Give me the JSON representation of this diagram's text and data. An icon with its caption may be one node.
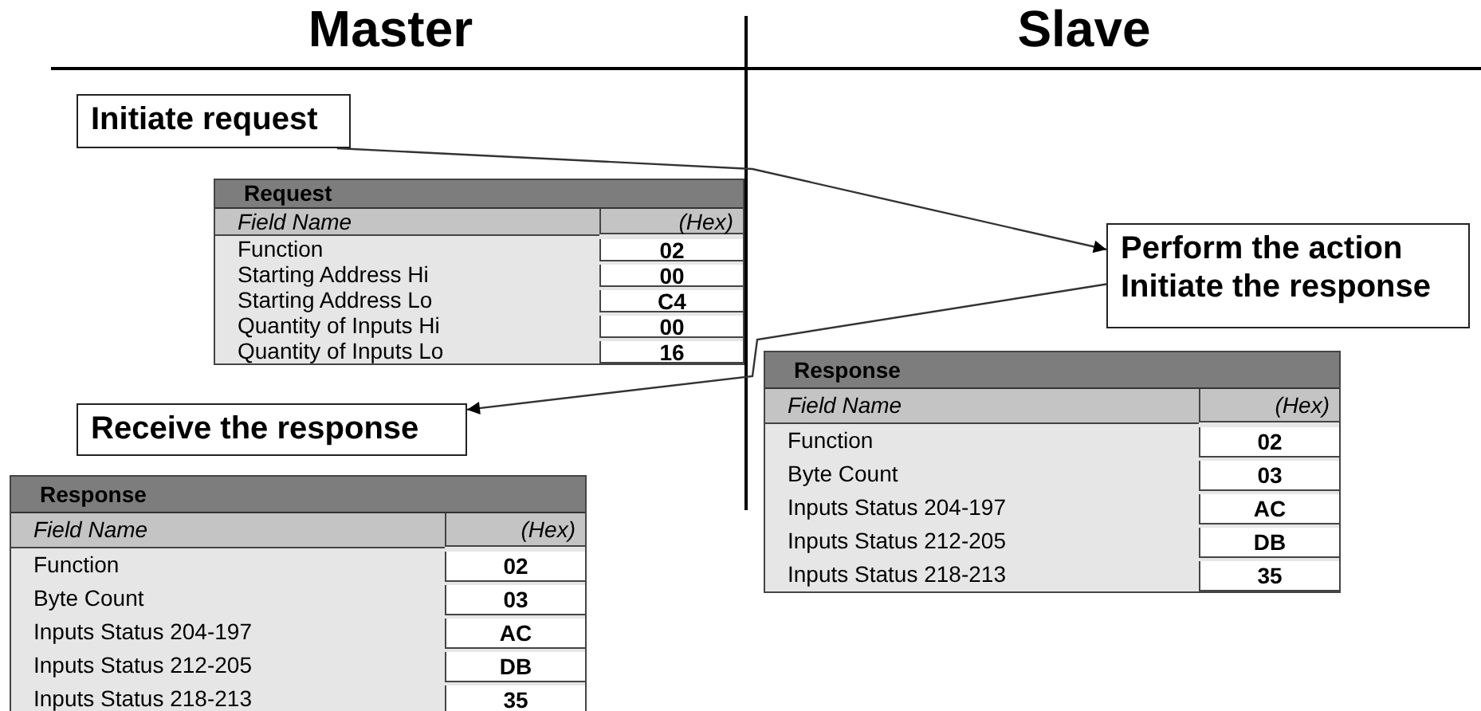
{
  "diagram": {
    "nodes": [
      {
        "text": [
          "Initiate request"
        ]
      },
      {
        "text": [
          "Request",
          "Field Name",
          "(Hex)",
          "Function",
          "02",
          "Starting Address Hi",
          "00",
          "Starting Address Lo",
          "C4",
          "Quantity of Inputs Hi",
          "00",
          "Quantity of Inputs Lo",
          "16"
        ]
      },
      {
        "text": [
          "Perform the action Initiate the response"
        ]
      },
      {
        "text": [
          "Response",
          "Field Name",
          "(Hex)",
          "Function",
          "02",
          "Byte Count",
          "03",
          "Inputs Status 204-197",
          "AC",
          "Inputs Status 212-205",
          "DB",
          "Inputs Status 218-213",
          "35"
        ]
      },
      {
        "text": [
          "Receive the response"
        ]
      },
      {
        "text": [
          "Response",
          "Field Name",
          "(Hex)",
          "Function",
          "02",
          "Byte Count",
          "03",
          "Inputs Status 204-197",
          "AC",
          "Inputs Status 212-205",
          "DB",
          "Inputs Status 218-213",
          "35"
        ]
      }
    ],
    "edges": [
      {
        "from": 0,
        "to": 2,
        "arrow": "to"
      },
      {
        "from": 2,
        "to": 4,
        "arrow": "to"
      }
    ],
    "labels": [
      "Master",
      "Slave"
    ]
  }
}
